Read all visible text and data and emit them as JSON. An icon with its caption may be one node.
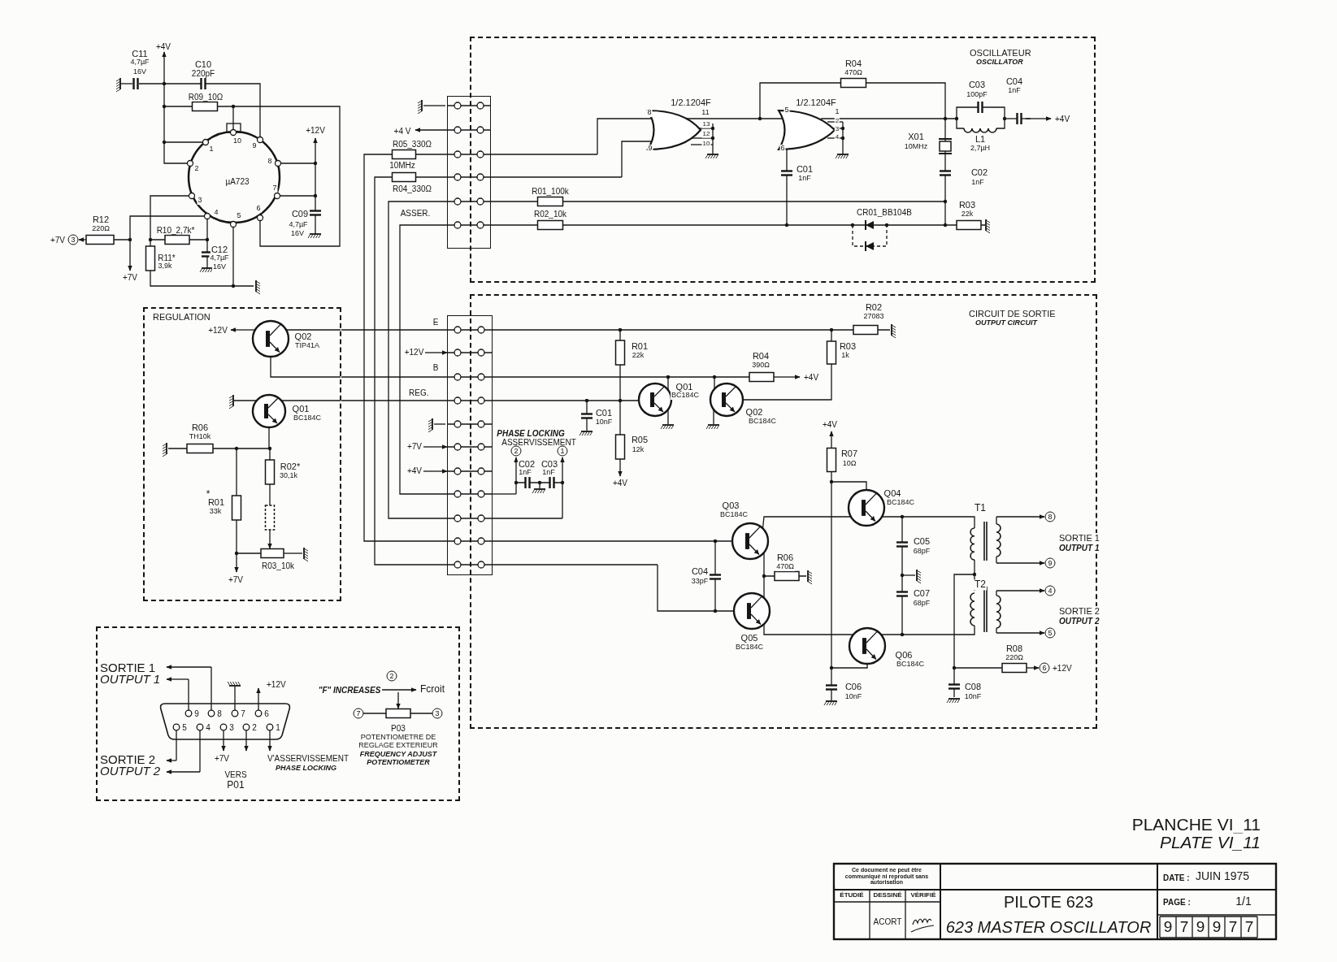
{
  "diagram": {
    "nodes": [
      {
        "text": [
          "OSCILLATEUR",
          "OSCILLATOR"
        ]
      },
      {
        "text": [
          "CIRCUIT DE SORTIE",
          "OUTPUT CIRCUIT"
        ]
      },
      {
        "text": [
          "REGULATION"
        ]
      },
      {
        "text": [],
        "shape": "box"
      },
      {
        "text": [],
        "shape": "box"
      },
      {
        "text": [],
        "shape": "box"
      },
      {
        "text": [
          "+4 V"
        ]
      },
      {
        "text": [
          "+12V"
        ]
      },
      {
        "text": [
          "+7V"
        ]
      },
      {
        "text": [
          "+4V"
        ]
      }
    ],
    "edges": [
      {
        "from": 2,
        "to": 4,
        "arrow": "none"
      },
      {
        "from": 2,
        "to": 4,
        "arrow": "none"
      },
      {
        "from": 2,
        "to": 4,
        "arrow": "none"
      },
      {
        "from": 3,
        "to": 4,
        "arrow": "none"
      },
      {
        "from": 3,
        "to": 4,
        "arrow": "none"
      },
      {
        "from": 3,
        "to": 4,
        "arrow": "none"
      },
      {
        "from": 3,
        "to": 4,
        "arrow": "none"
      },
      {
        "from": 3,
        "to": 6,
        "arrow": "to"
      },
      {
        "from": 7,
        "to": 4,
        "arrow": "to"
      },
      {
        "from": 8,
        "to": 4,
        "arrow": "to"
      },
      {
        "from": 9,
        "to": 4,
        "arrow": "to"
      },
      {
        "from": 4,
        "to": 1,
        "arrow": "other"
      },
      {
        "from": 4,
        "to": 1,
        "arrow": "other"
      },
      {
        "from": 4,
        "to": 1,
        "arrow": "other"
      },
      {
        "from": 4,
        "to": 1,
        "arrow": "none"
      },
      {
        "from": 4,
        "to": 1,
        "arrow": "none"
      },
      {
        "from": 4,
        "to": 1,
        "arrow": "other"
      },
      {
        "from": 4,
        "to": 1,
        "arrow": "none"
      },
      {
        "from": 3,
        "to": 0,
        "arrow": "none"
      },
      {
        "from": 3,
        "to": 0,
        "arrow": "none"
      },
      {
        "from": 3,
        "to": 0,
        "arrow": "none"
      },
      {
        "from": 3,
        "to": 0,
        "arrow": "none"
      }
    ],
    "labels": [
      "+4V",
      "C11",
      "4,7µF",
      "16V",
      "C10",
      "220pF",
      "R09_10Ω",
      "10",
      "9",
      "1",
      "8",
      "2",
      "µA723",
      "7",
      "3",
      "+12V",
      "C09",
      "4,7µF",
      "16V",
      "6",
      "4",
      "5",
      "R12",
      "220Ω",
      "R10_2,7k*",
      "+7V",
      "3",
      "R11*",
      "3,9k",
      "C12",
      "4,7µF",
      "16V",
      "+7V",
      "R05_330Ω",
      "10MHz",
      "R04_330Ω",
      "ASSER.",
      "R04",
      "470Ω",
      "1/2.1204F",
      "8",
      "11",
      "13",
      "12",
      "10",
      "9",
      "1/2.1204F",
      "5",
      "1",
      "2",
      "3",
      "4",
      "6",
      "C03",
      "100pF",
      "C04",
      "1nF",
      "+4V",
      "X01",
      "10MHz",
      "L1",
      "2,7µH",
      "C01",
      "1nF",
      "C02",
      "1nF",
      "R01_100k",
      "R02_10k",
      "CR01_BB104B",
      "R03",
      "22k",
      "+12V",
      "Q02",
      "TIP41A",
      "E",
      "R02",
      "27083",
      "R01",
      "22k",
      "R04",
      "390Ω",
      "R03",
      "1k",
      "B",
      "+4V",
      "REG.",
      "Q01",
      "BC184C",
      "Q01",
      "BC184C",
      "C01",
      "10nF",
      "Q02",
      "BC184C",
      "R06",
      "TH10k",
      "PHASE LOCKING",
      "ASSERVISSEMENT",
      "R05",
      "2",
      "1",
      "12k",
      "C02",
      "1nF",
      "C03",
      "1nF",
      "R02*",
      "30,1k",
      "+4V",
      "*",
      "R01",
      "33k",
      "+4V",
      "R07",
      "10Ω",
      "Q04",
      "BC184C",
      "Q03",
      "BC184C",
      "T1",
      "8",
      "SORTIE 1",
      "OUTPUT 1",
      "C05",
      "68pF",
      "R06",
      "470Ω",
      "9",
      "R03_10k",
      "+7V",
      "C04",
      "33pF",
      "T2",
      "4",
      "C07",
      "68pF",
      "SORTIE 2",
      "OUTPUT 2",
      "5",
      "Q05",
      "BC184C",
      "R08",
      "220Ω",
      "Q06",
      "BC184C",
      "6",
      "+12V",
      "C06",
      "10nF",
      "C08",
      "10nF",
      "SORTIE 1",
      "2",
      "OUTPUT 1",
      "+12V",
      "\"F\" INCREASES",
      "Fcroit",
      "9",
      "8",
      "7",
      "6",
      "7",
      "3",
      "5",
      "4",
      "3",
      "2",
      "1",
      "P03",
      "POTENTIOMETRE DE REGLAGE EXTERIEUR",
      "FREQUENCY ADJUST POTENTIOMETER",
      "SORTIE 2",
      "+7V",
      "V'ASSERVISSEMENT",
      "PHASE LOCKING",
      "OUTPUT 2",
      "VERS",
      "P01",
      "PLANCHE VI_11",
      "PLATE VI_11",
      "Ce document ne peut être communiqué ni reproduit sans autorisation",
      "DATE :",
      "JUIN 1975",
      "ÉTUDIÉ",
      "DESSINÉ",
      "VÉRIFIÉ",
      "PILOTE 623",
      "PAGE :",
      "1/1",
      "ACORT",
      "623 MASTER OSCILLATOR",
      "9",
      "7",
      "9",
      "9",
      "7",
      "7"
    ]
  }
}
